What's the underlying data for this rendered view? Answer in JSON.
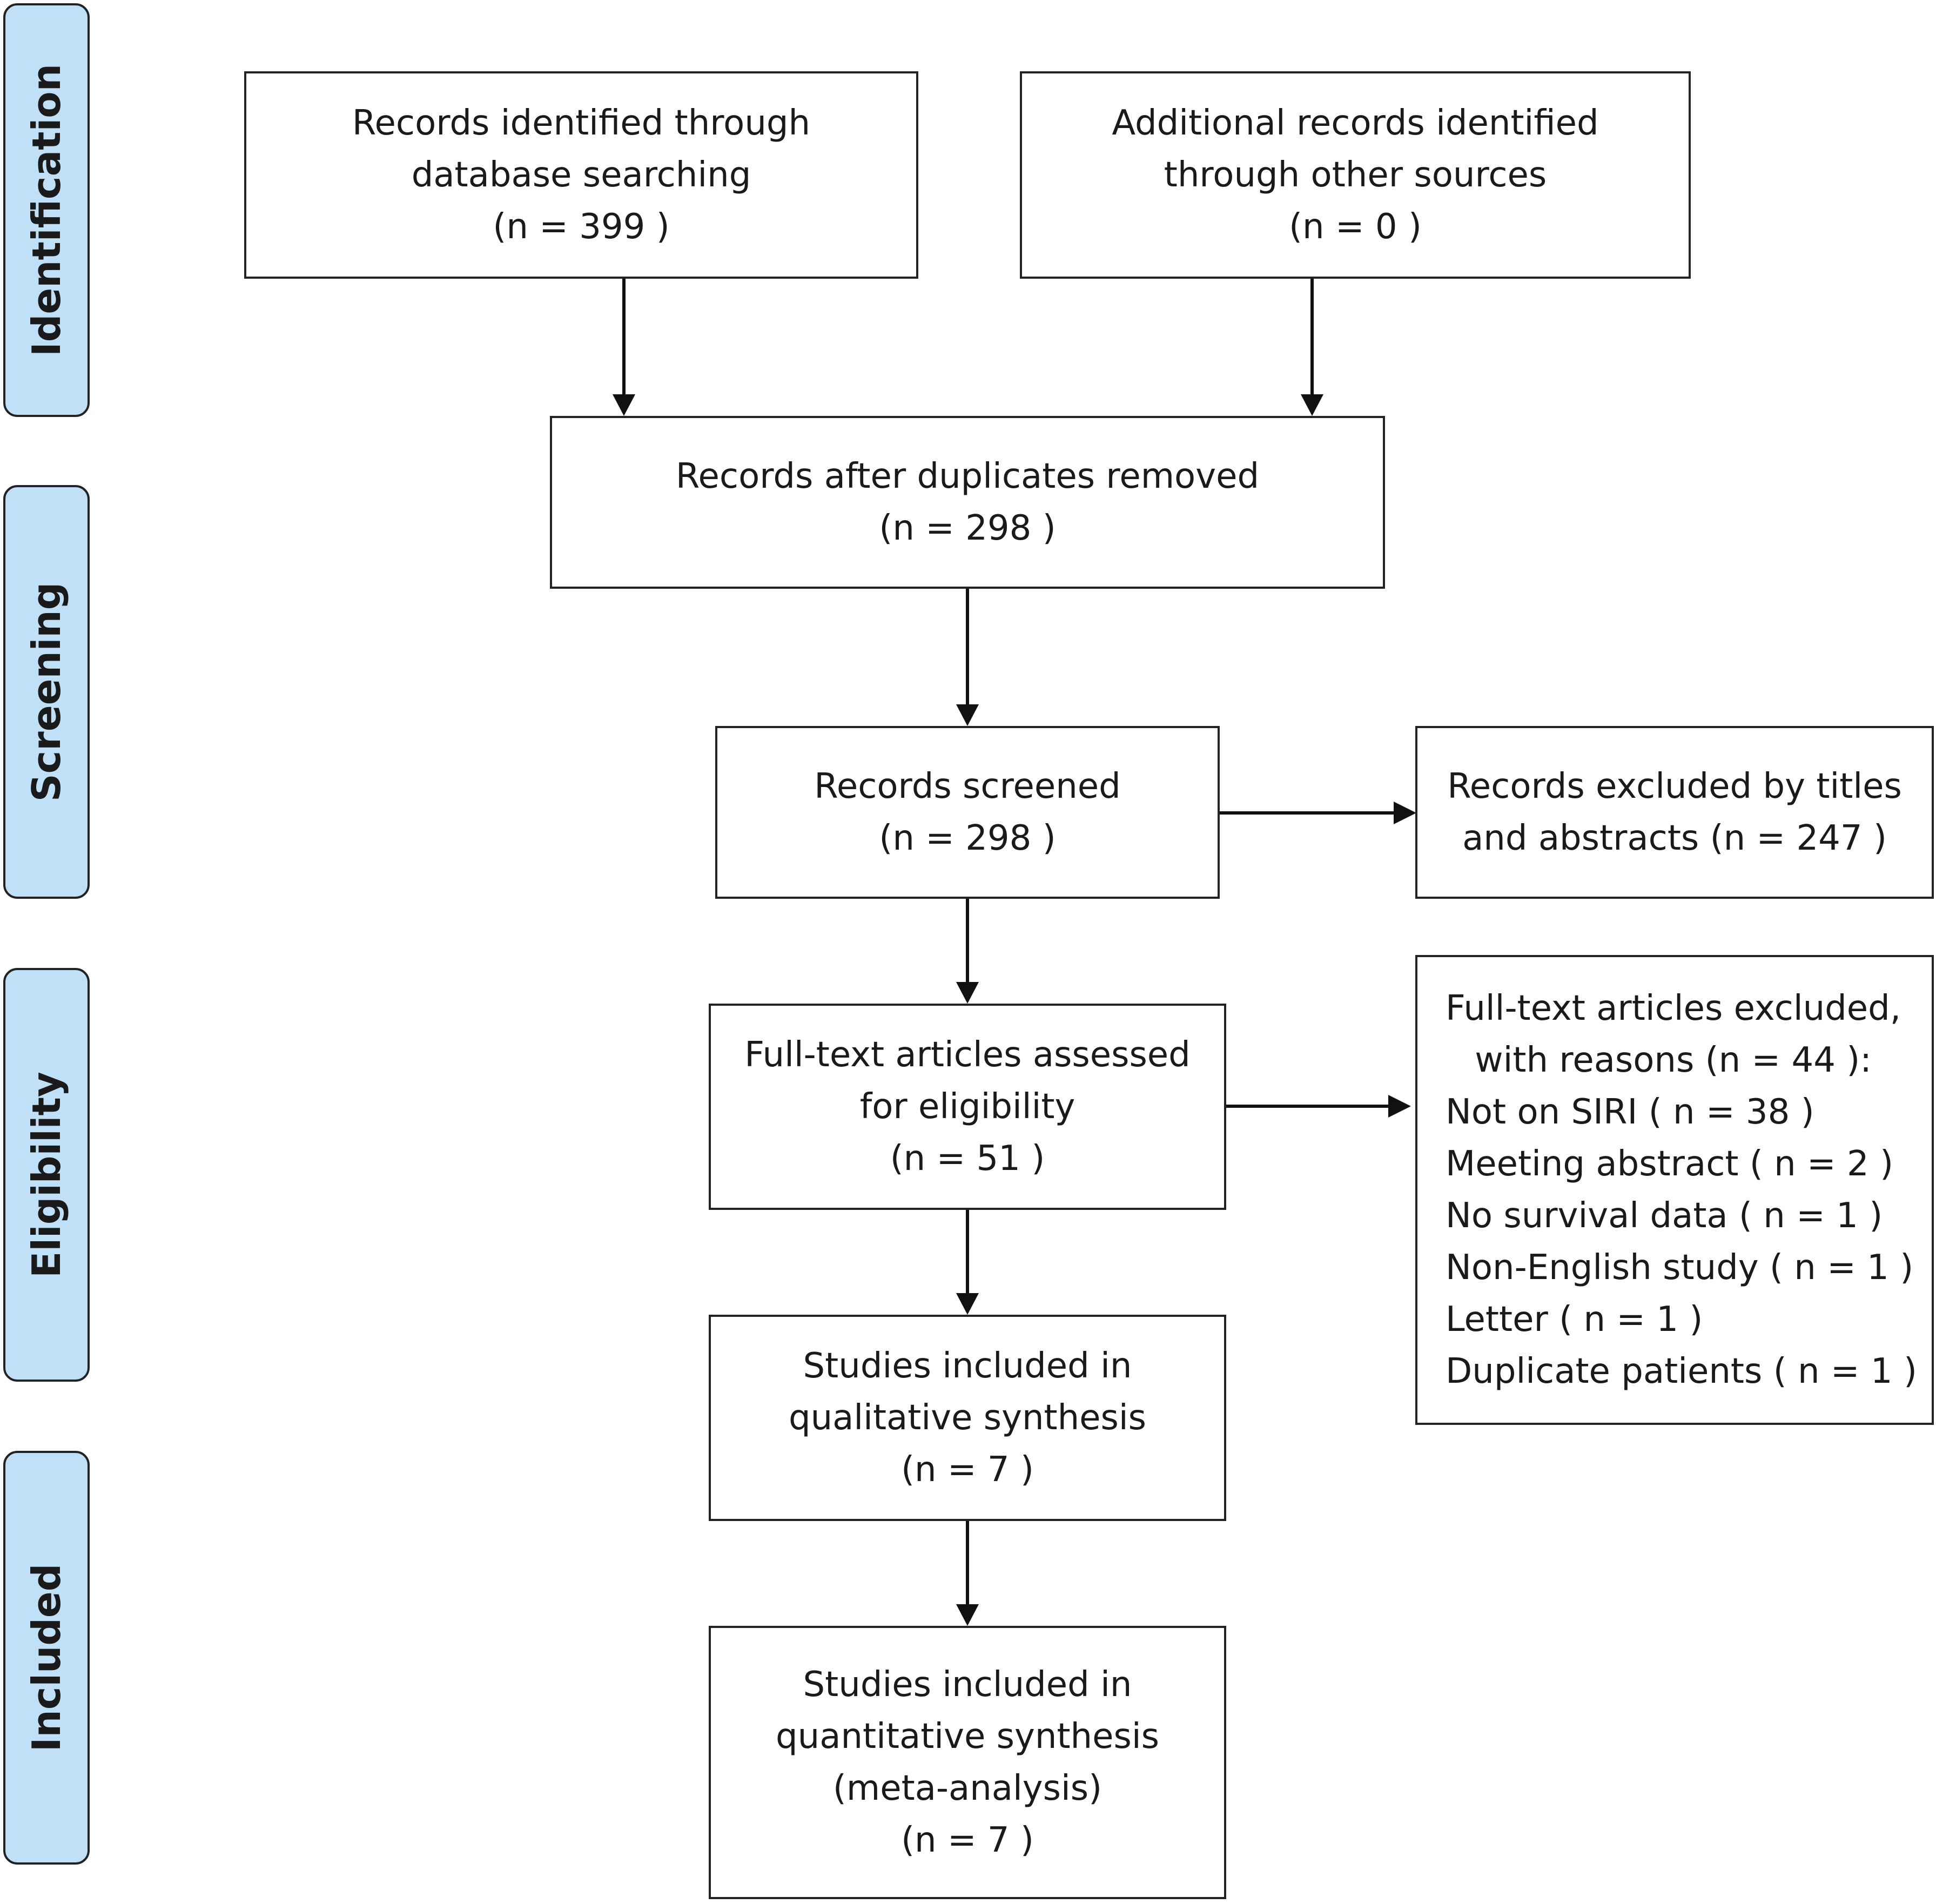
{
  "stages": [
    {
      "id": "identification",
      "label": "Identification"
    },
    {
      "id": "screening",
      "label": "Screening"
    },
    {
      "id": "eligibility",
      "label": "Eligibility"
    },
    {
      "id": "included",
      "label": "Included"
    }
  ],
  "boxes": {
    "database_search": {
      "lines": [
        "Records identified through",
        "database searching",
        "(n =  399 )"
      ]
    },
    "other_sources": {
      "lines": [
        "Additional records identified",
        "through other sources",
        "(n =  0 )"
      ]
    },
    "after_duplicates": {
      "lines": [
        "Records after duplicates removed",
        "(n =  298 )"
      ]
    },
    "screened": {
      "lines": [
        "Records screened",
        "(n =  298 )"
      ]
    },
    "excluded_titles": {
      "lines": [
        "Records excluded by titles",
        "and abstracts (n =  247 )"
      ]
    },
    "fulltext_assessed": {
      "lines": [
        "Full-text articles assessed",
        "for eligibility",
        "(n =  51 )"
      ]
    },
    "fulltext_excluded": {
      "header": [
        "Full-text articles excluded,",
        "with reasons (n =  44 ):"
      ],
      "reasons": [
        "Not on SIRI ( n = 38 )",
        "Meeting abstract ( n = 2 )",
        "No survival data ( n = 1 )",
        "Non-English study ( n = 1 )",
        "Letter ( n = 1 )",
        "Duplicate patients ( n = 1 )"
      ]
    },
    "qualitative": {
      "lines": [
        "Studies included in",
        "qualitative synthesis",
        "(n =  7 )"
      ]
    },
    "quantitative": {
      "lines": [
        "Studies included in",
        "quantitative synthesis",
        "(meta-analysis)",
        "(n =  7 )"
      ]
    }
  },
  "colors": {
    "stage_fill": "#bfe0f6",
    "border": "#222222",
    "arrow": "#111111"
  }
}
